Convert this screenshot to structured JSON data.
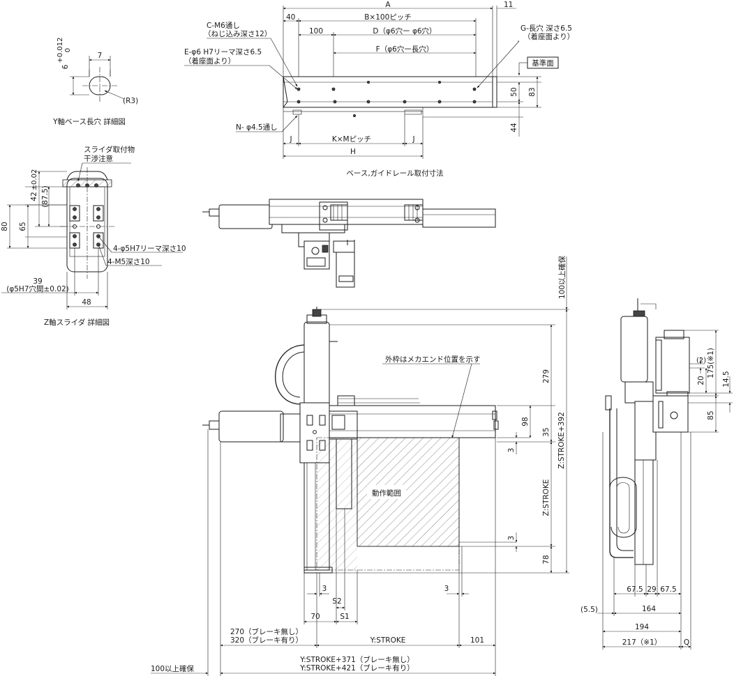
{
  "colors": {
    "line": "#1a1a1a",
    "background": "#ffffff",
    "fill_grey": "#e6e6e6"
  },
  "y_slot": {
    "caption": "Y軸ベース長穴 詳細図",
    "dim_6": "6",
    "tol_up": "+0.012",
    "tol_low": "0",
    "dim_7": "7",
    "radius": "(R3)"
  },
  "z_slider": {
    "caption": "Z軸スライダ 詳細図",
    "note_line1": "スライダ取付物",
    "note_line2": "干渉注意",
    "dim_42": "42",
    "tol_42": "±0.02",
    "dim_875": "(87.5)",
    "dim_80": "80",
    "dim_65": "65",
    "hole1": "4-φ5H7リーマ深さ10",
    "hole2": "4-M5深さ10",
    "dim_39": "39",
    "dim_39_note": "(φ5H7穴間±0.02)",
    "dim_48": "48"
  },
  "base": {
    "caption": "ベース,ガイドレール取付寸法",
    "A": "A",
    "d11": "11",
    "d40": "40",
    "B": "B×100ピッチ",
    "d100": "100",
    "D": "D（φ6穴ー φ6穴）",
    "F": "F（φ6穴ー長穴）",
    "C1": "C-M6通し",
    "C2": "（ねじ込み深さ12）",
    "E1": "E-φ6 H7リーマ深さ6.5",
    "E2": "（着座面より）",
    "G1": "G-長穴 深さ6.5",
    "G2": "（着座面より）",
    "ref": "基準面",
    "d50": "50",
    "d83": "83",
    "d44": "44",
    "N": "N- φ4.5通し",
    "J": "J",
    "KM": "K×Mピッチ",
    "H": "H"
  },
  "front": {
    "d100up": "100以上確保",
    "d279": "279",
    "outline_note": "外枠はメカエンド位置を示す",
    "d98": "98",
    "d35": "35",
    "d3a": "3",
    "zstroke": "Z:STROKE",
    "zstroke392": "Z:STROKE+392",
    "range": "動作範囲",
    "d3b": "3",
    "d78": "78",
    "d3c": "3",
    "d3d": "3",
    "S2": "S2",
    "S1": "S1",
    "d70": "70",
    "b270": "270（ブレーキ無し）",
    "b320": "320（ブレーキ有り）",
    "ystroke": "Y:STROKE",
    "d101": "101",
    "y371": "Y:STROKE+371（ブレーキ無し）",
    "y421": "Y:STROKE+421（ブレーキ有り）",
    "d100left": "100以上確保"
  },
  "side": {
    "d2": "(2)",
    "d20": "20",
    "d175": "175(※1)",
    "d145": "14.5",
    "d85": "85",
    "d675a": "67.5",
    "d29": "29",
    "d675b": "67.5",
    "d55": "(5.5)",
    "d164": "164",
    "d194": "194",
    "d217": "217（※1）",
    "Q": "Q"
  }
}
